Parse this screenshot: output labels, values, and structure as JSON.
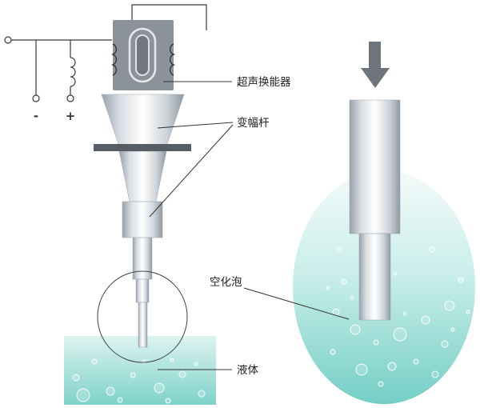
{
  "title": "ultrasonic-horn-cavitation-diagram",
  "labels": {
    "transducer": "超声换能器",
    "horn": "变幅杆",
    "cavitation_bubble": "空化泡",
    "liquid": "液体",
    "minus": "-",
    "plus": "+"
  },
  "icons": {
    "down_arrow": "down-arrow-icon"
  },
  "colors": {
    "liquid_teal_dark": "#7ed2c9",
    "liquid_teal_light": "#ddf3f0",
    "metal_edge": "#98a1ab",
    "metal_highlight": "#ffffff",
    "transducer_gray": "#8b929a",
    "flange_gray": "#565d64",
    "arrow_gray": "#6e747b",
    "leader_line": "#333333"
  }
}
